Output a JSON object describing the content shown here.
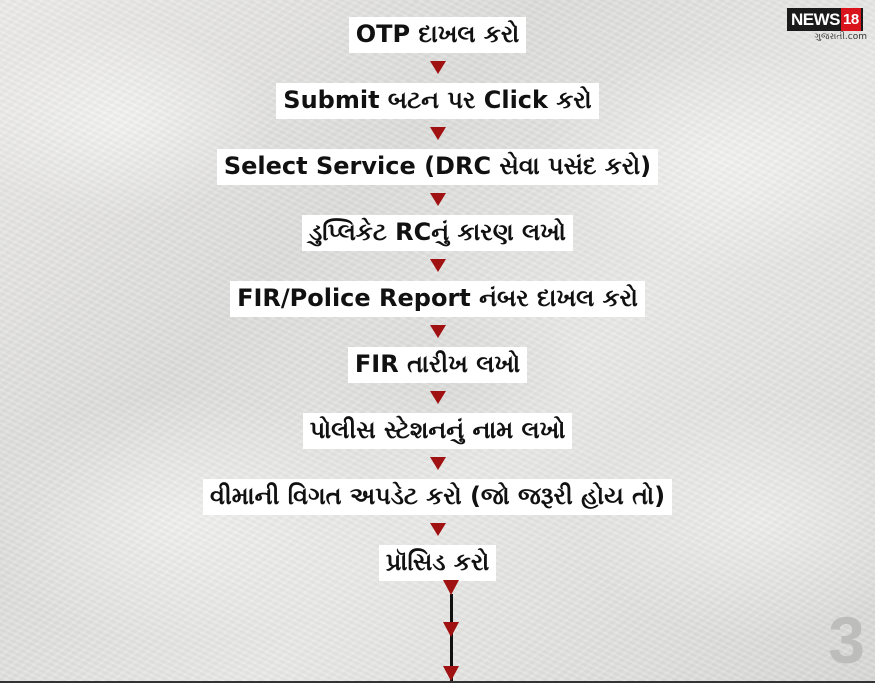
{
  "brand": {
    "name": "NEWS",
    "number": "18",
    "sub": "ગુજરાતી.com"
  },
  "steps": [
    "OTP દાખલ કરો",
    "Submit બટન પર Click કરો",
    "Select Service (DRC સેવા પસંદ કરો)",
    "ડુપ્લિકેટ RCનું કારણ લખો",
    "FIR/Police Report નંબર દાખલ કરો",
    "FIR તારીખ લખો",
    "પોલીસ સ્ટેશનનું નામ લખો",
    "વીમાની વિગત અપડેટ કરો (જો જરૂરી હોય તો)",
    "પ્રૉસિડ કરો"
  ],
  "page_number": "3",
  "colors": {
    "arrow": "#a01212",
    "box": "#ffffff",
    "text": "#111111"
  }
}
